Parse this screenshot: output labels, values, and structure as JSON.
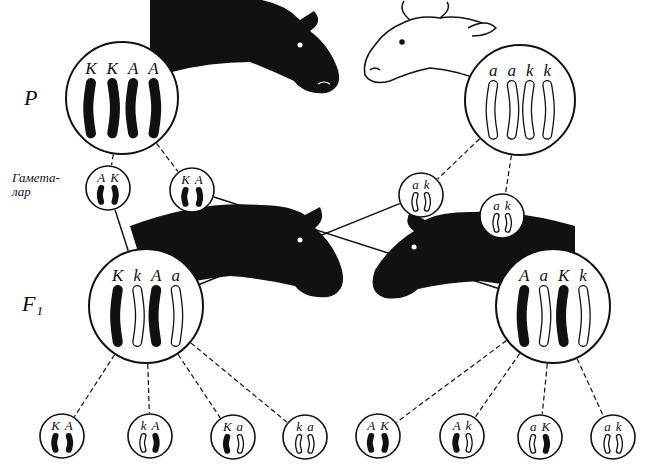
{
  "diagram": {
    "nodes": [
      {
        "text": [
          "K",
          "K",
          "A",
          "A"
        ]
      },
      {
        "text": [
          "a",
          "a",
          "k",
          "k"
        ]
      },
      {
        "text": [
          "A",
          "K"
        ]
      },
      {
        "text": [
          "K",
          "A"
        ]
      },
      {
        "text": [
          "a",
          "k"
        ]
      },
      {
        "text": [
          "a",
          "k"
        ]
      },
      {
        "text": [
          "K",
          "k",
          "A",
          "a"
        ]
      },
      {
        "text": [
          "A",
          "a",
          "K",
          "k"
        ]
      },
      {
        "text": [
          "K",
          "A"
        ]
      },
      {
        "text": [
          "k",
          "A"
        ]
      },
      {
        "text": [
          "K",
          "a"
        ]
      },
      {
        "text": [
          "k",
          "a"
        ]
      },
      {
        "text": [
          "A",
          "K"
        ]
      },
      {
        "text": [
          "A",
          "k"
        ]
      },
      {
        "text": [
          "a",
          "K"
        ]
      },
      {
        "text": [
          "a",
          "k"
        ]
      }
    ],
    "edges": [
      {
        "from": 0,
        "to": 2,
        "arrow": "none"
      },
      {
        "from": 0,
        "to": 3,
        "arrow": "none"
      },
      {
        "from": 1,
        "to": 4,
        "arrow": "none"
      },
      {
        "from": 1,
        "to": 5,
        "arrow": "none"
      },
      {
        "from": 2,
        "to": 6,
        "arrow": "none"
      },
      {
        "from": 3,
        "to": 7,
        "arrow": "none"
      },
      {
        "from": 4,
        "to": 6,
        "arrow": "none"
      },
      {
        "from": 5,
        "to": 7,
        "arrow": "none"
      },
      {
        "from": 6,
        "to": 8,
        "arrow": "none"
      },
      {
        "from": 6,
        "to": 9,
        "arrow": "none"
      },
      {
        "from": 6,
        "to": 10,
        "arrow": "none"
      },
      {
        "from": 6,
        "to": 11,
        "arrow": "none"
      },
      {
        "from": 7,
        "to": 12,
        "arrow": "none"
      },
      {
        "from": 7,
        "to": 13,
        "arrow": "none"
      },
      {
        "from": 7,
        "to": 14,
        "arrow": "none"
      },
      {
        "from": 7,
        "to": 15,
        "arrow": "none"
      }
    ],
    "labels": [
      "P",
      "Гамета- лар",
      "F₁"
    ]
  }
}
